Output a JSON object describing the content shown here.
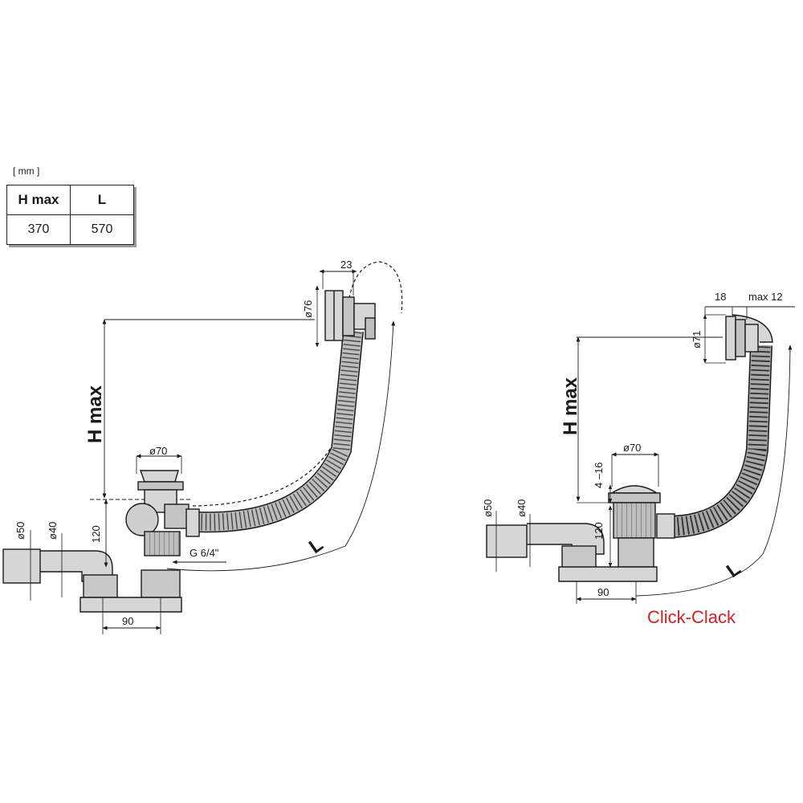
{
  "units": "[ mm ]",
  "table": {
    "headers": [
      "H max",
      "L"
    ],
    "values": [
      "370",
      "570"
    ]
  },
  "left_diagram": {
    "overflow_diameter": "ø76",
    "overflow_depth": "23",
    "height_label": "H max",
    "drain_diameter": "ø70",
    "pipe_outer": "ø50",
    "pipe_inner": "ø40",
    "drain_height": "120",
    "thread": "G 6/4\"",
    "base_width": "90",
    "length_label": "L"
  },
  "right_diagram": {
    "overflow_depth": "18",
    "overflow_max": "max 12",
    "overflow_diameter": "ø71",
    "height_label": "H max",
    "stopper_travel": "4 –16",
    "drain_diameter": "ø70",
    "pipe_outer": "ø50",
    "pipe_inner": "ø40",
    "drain_height": "120",
    "base_width": "90",
    "length_label": "L",
    "type_label": "Click-Clack"
  },
  "colors": {
    "line": "#1a1a1a",
    "hose_fill": "#b9b9b9",
    "part_fill": "#d6d6d6",
    "accent": "#d42020"
  }
}
